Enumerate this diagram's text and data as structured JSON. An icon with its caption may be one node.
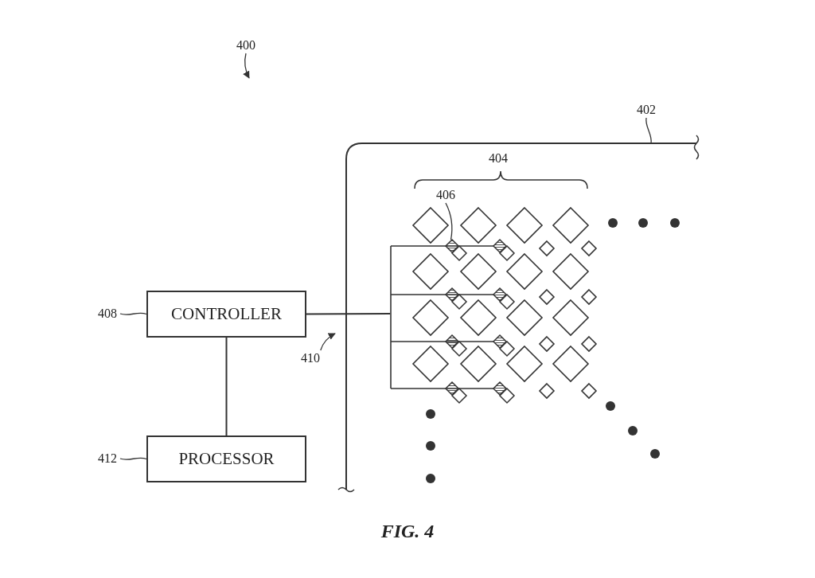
{
  "diagram": {
    "caption": "FIG. 4",
    "nodes": [
      {
        "text": [
          "400"
        ]
      },
      {
        "text": [
          "402"
        ]
      },
      {
        "text": [],
        "shape": "picture"
      },
      {
        "text": [
          "406"
        ]
      },
      {
        "text": [],
        "shape": "diamond",
        "in": 2
      },
      {
        "text": [
          "408"
        ]
      },
      {
        "text": [
          "CONTROLLER"
        ]
      },
      {
        "text": [
          "410"
        ]
      },
      {
        "text": [
          "412"
        ]
      },
      {
        "text": [
          "PROCESSOR"
        ]
      }
    ],
    "edges": [
      {
        "from": 0,
        "to": null,
        "arrow": "to"
      },
      {
        "from": 1,
        "to": null,
        "arrow": "none"
      },
      {
        "from": 3,
        "to": 4,
        "arrow": "none"
      },
      {
        "from": 5,
        "to": 6,
        "arrow": "none"
      },
      {
        "from": 6,
        "to": 9,
        "arrow": "none"
      },
      {
        "from": 6,
        "to": 2,
        "arrow": "none"
      },
      {
        "from": 7,
        "to": null,
        "arrow": "to"
      },
      {
        "from": 8,
        "to": 9,
        "arrow": "none"
      }
    ],
    "labels": [
      "404"
    ]
  }
}
